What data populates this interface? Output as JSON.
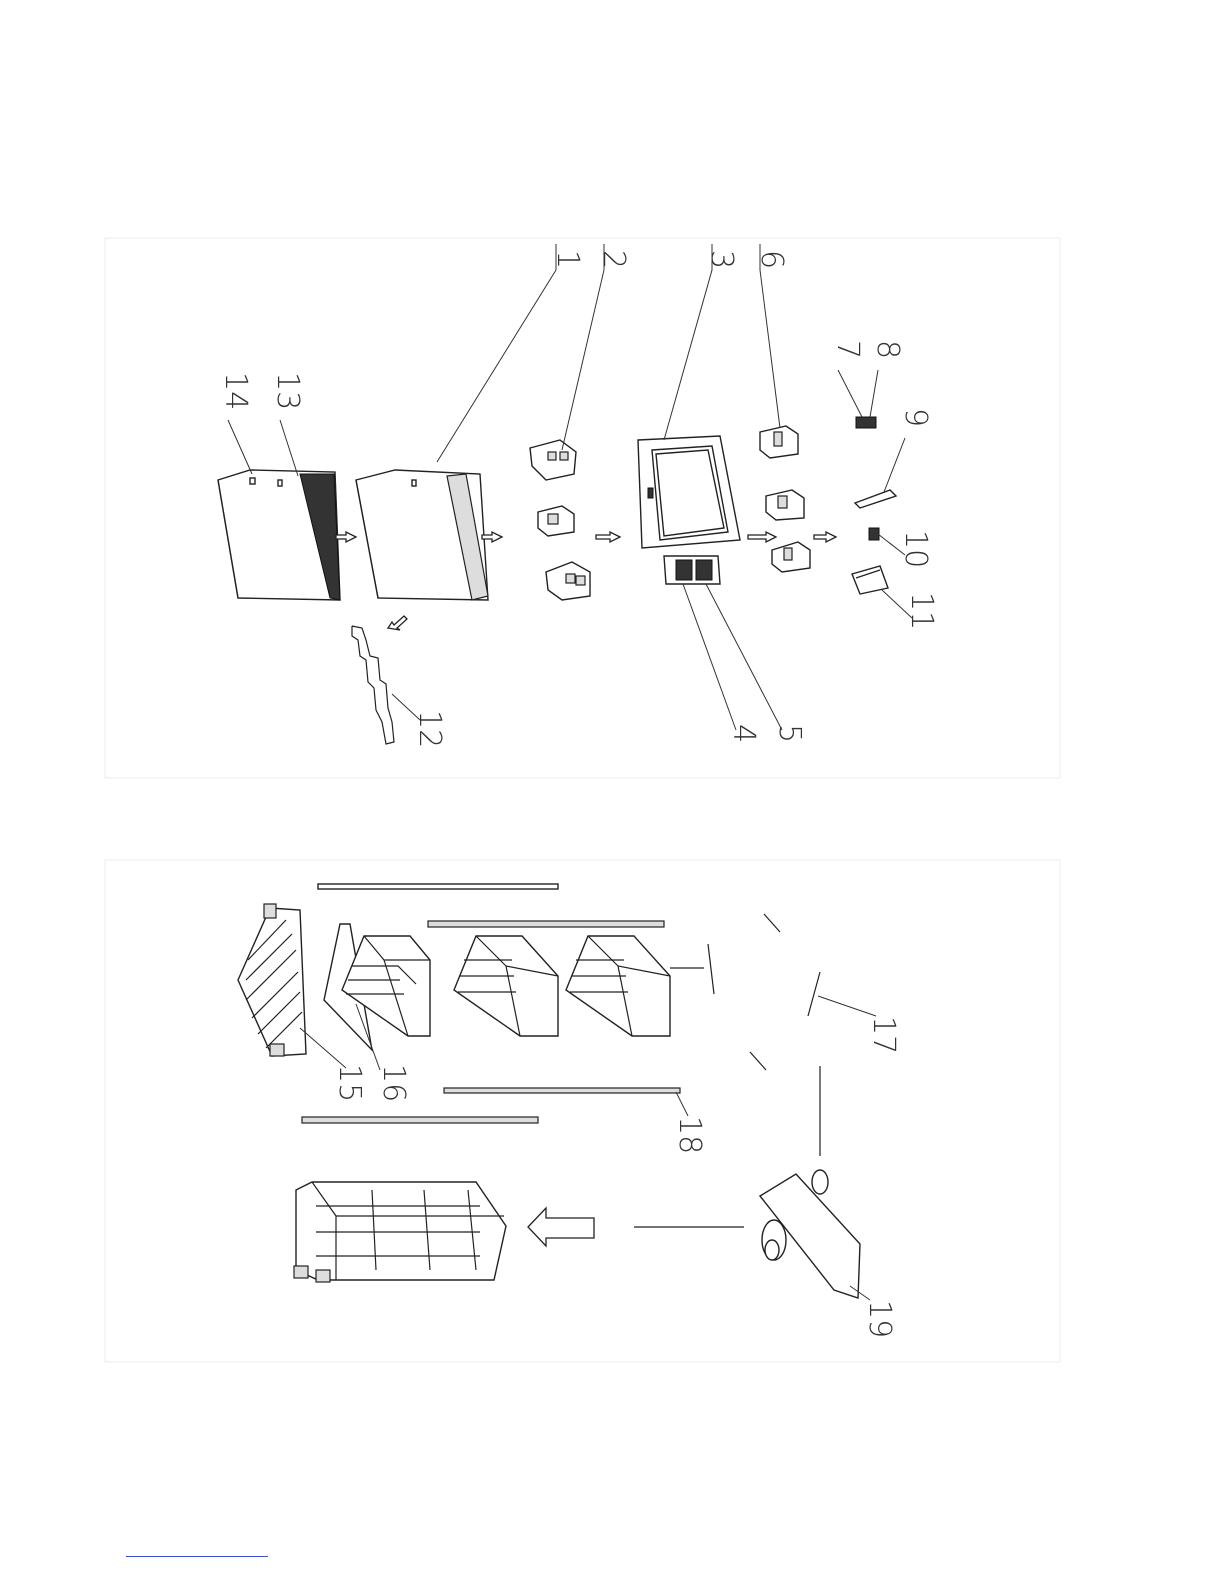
{
  "diagram": {
    "top_labels": [
      "1",
      "2",
      "3",
      "4",
      "5",
      "6",
      "7",
      "8",
      "9",
      "10",
      "11",
      "12",
      "13",
      "14"
    ],
    "bottom_labels": [
      "15",
      "16",
      "17",
      "18",
      "19"
    ]
  }
}
